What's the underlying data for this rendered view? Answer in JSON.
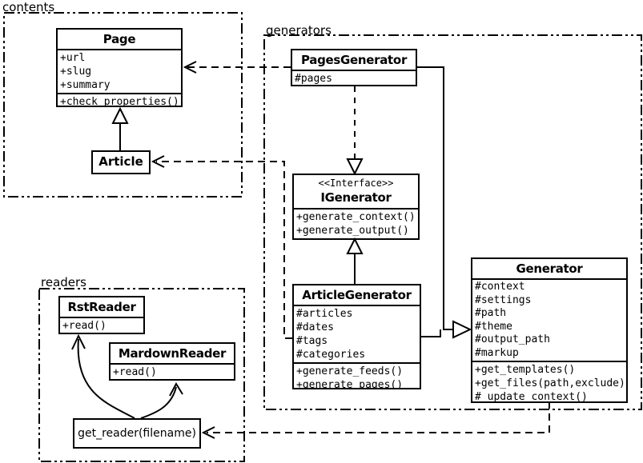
{
  "packages": {
    "contents": {
      "label": "contents"
    },
    "generators": {
      "label": "generators"
    },
    "readers": {
      "label": "readers"
    }
  },
  "classes": {
    "page": {
      "name": "Page",
      "attrs": [
        "+url",
        "+slug",
        "+summary"
      ],
      "methods": [
        "+check_properties()"
      ]
    },
    "article": {
      "name": "Article"
    },
    "pages_generator": {
      "name": "PagesGenerator",
      "attrs": [
        "#pages"
      ]
    },
    "igenerator": {
      "stereotype": "<<Interface>>",
      "name": "IGenerator",
      "methods": [
        "+generate_context()",
        "+generate_output()"
      ]
    },
    "article_generator": {
      "name": "ArticleGenerator",
      "attrs": [
        "#articles",
        "#dates",
        "#tags",
        "#categories"
      ],
      "methods": [
        "+generate_feeds()",
        "+generate_pages()"
      ]
    },
    "generator": {
      "name": "Generator",
      "attrs": [
        "#context",
        "#settings",
        "#path",
        "#theme",
        "#output_path",
        "#markup"
      ],
      "methods": [
        "+get_templates()",
        "+get_files(path,exclude)",
        "#_update_context()"
      ]
    },
    "rst_reader": {
      "name": "RstReader",
      "methods": [
        "+read()"
      ]
    },
    "mardown_reader": {
      "name": "MardownReader",
      "methods": [
        "+read()"
      ]
    },
    "get_reader": {
      "label": "get_reader(filename)"
    }
  },
  "colors": {
    "line": "#000000",
    "background": "#ffffff"
  }
}
